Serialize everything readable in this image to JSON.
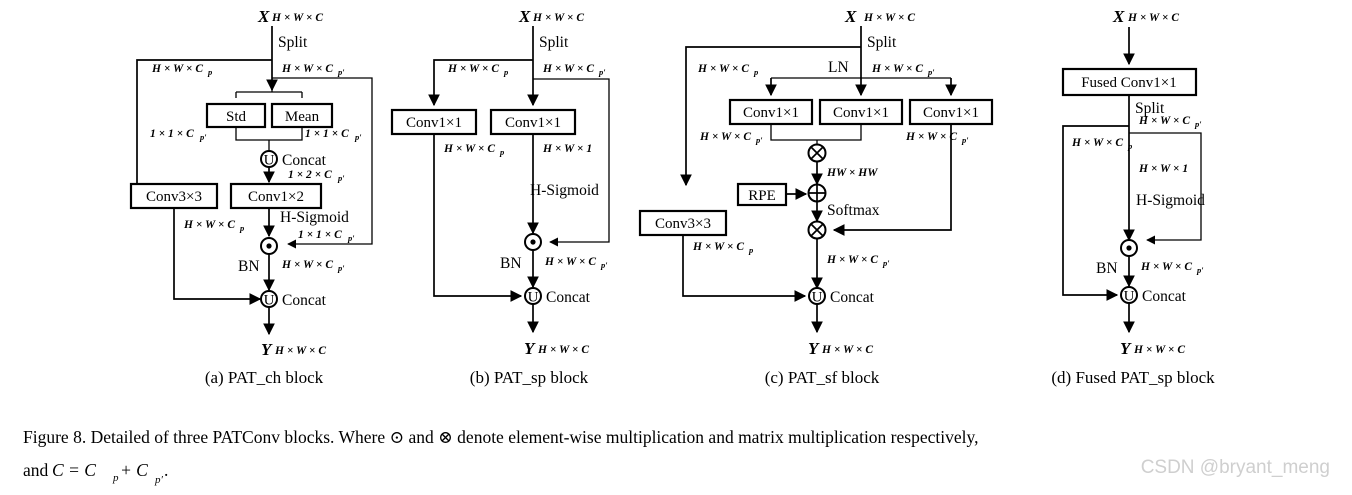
{
  "figure": {
    "caption_line1": "Figure 8. Detailed of three PATConv blocks. Where ⊙ and ⊗ denote element-wise multiplication and matrix multiplication respectively,",
    "caption_line2_pre": "and ",
    "caption_line2_math": "C = C",
    "caption_line2_sub1": "p",
    "caption_line2_plus": " + C",
    "caption_line2_sub2": "p′",
    "caption_line2_end": " .",
    "watermark": "CSDN @bryant_meng"
  },
  "common": {
    "input_symbol": "X",
    "output_symbol": "Y",
    "dim_full": "H × W × C",
    "dim_cp": "H × W × C",
    "dim_cp_sub": "p",
    "dim_cpp": "H × W × C",
    "dim_cpp_sub": "p′",
    "dim_hw1": "H × W × 1",
    "dim_11cpp": "1 × 1 × C",
    "dim_12cpp": "1 × 2 × C",
    "dim_hwhw": "HW × HW",
    "split": "Split",
    "concat": "Concat",
    "bn": "BN",
    "hsigmoid": "H-Sigmoid",
    "softmax": "Softmax",
    "ln": "LN",
    "mul_elem": "⊙",
    "mul_mat": "⊗",
    "add": "⊕",
    "union": "U"
  },
  "blocks": [
    {
      "id": "a",
      "caption": "(a) PAT_ch block",
      "nodes": {
        "std": "Std",
        "mean": "Mean",
        "conv3x3": "Conv3×3",
        "conv1x2": "Conv1×2"
      }
    },
    {
      "id": "b",
      "caption": "(b) PAT_sp block",
      "nodes": {
        "conv1x1_left": "Conv1×1",
        "conv1x1_right": "Conv1×1"
      }
    },
    {
      "id": "c",
      "caption": "(c) PAT_sf block",
      "nodes": {
        "conv1x1_q": "Conv1×1",
        "conv1x1_k": "Conv1×1",
        "conv1x1_v": "Conv1×1",
        "rpe": "RPE",
        "conv3x3": "Conv3×3"
      }
    },
    {
      "id": "d",
      "caption": "(d) Fused PAT_sp block",
      "nodes": {
        "fused_conv": "Fused Conv1×1"
      }
    }
  ]
}
